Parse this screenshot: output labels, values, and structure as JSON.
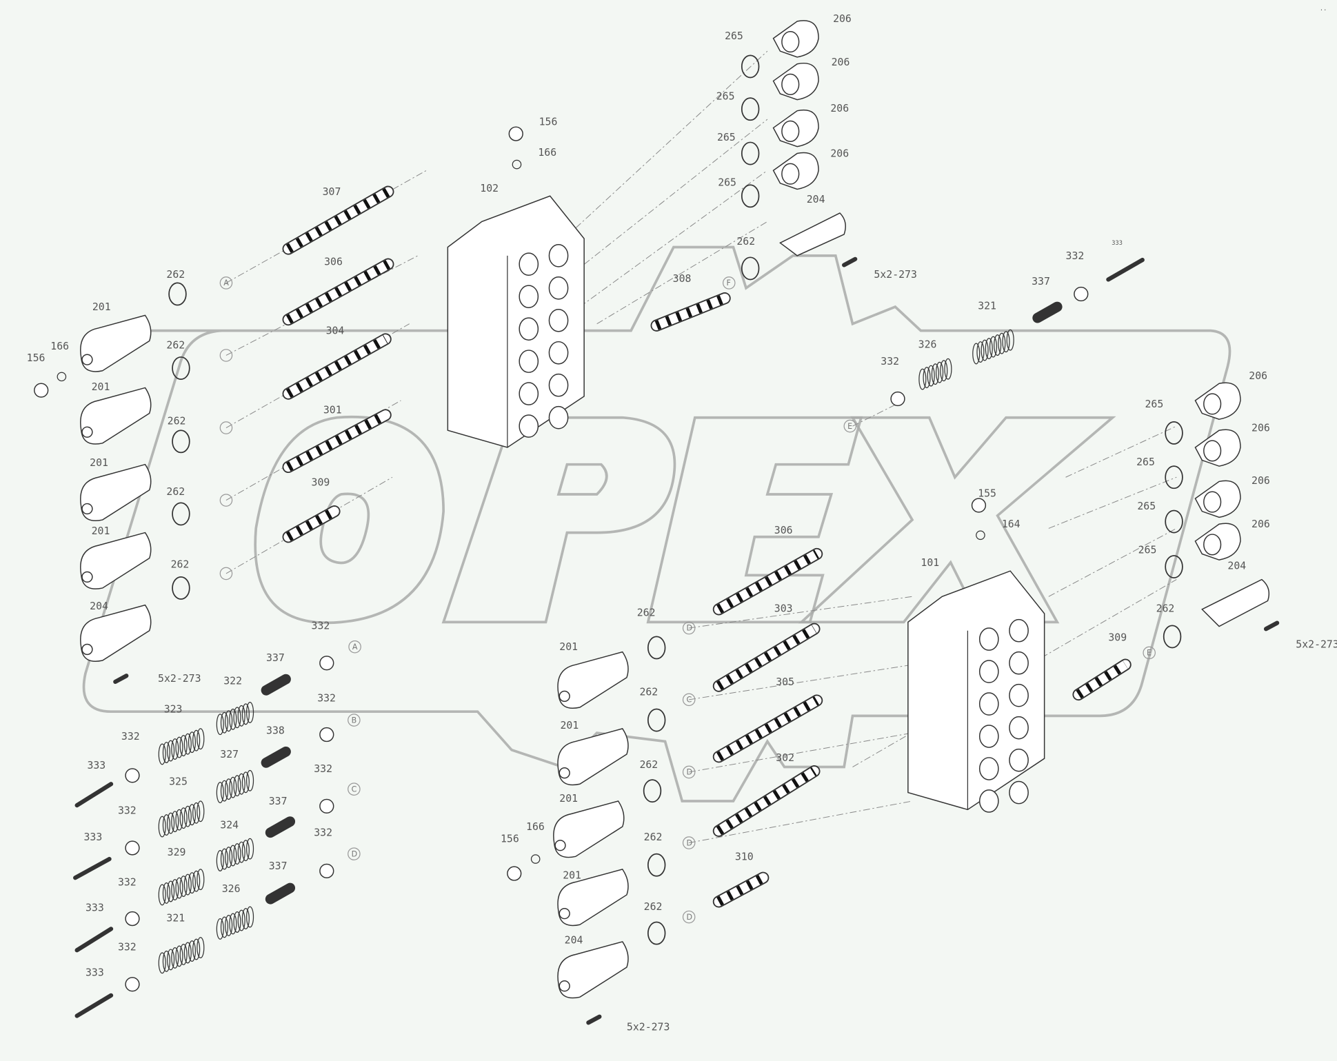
{
  "diagram": {
    "watermark": "OPEX",
    "corner_mark": "..",
    "labels": [
      "206",
      "206",
      "206",
      "206",
      "265",
      "265",
      "265",
      "265",
      "204",
      "262",
      "5x2-273",
      "156",
      "166",
      "102",
      "307",
      "306",
      "304",
      "301",
      "309",
      "308",
      "262",
      "262",
      "262",
      "262",
      "262",
      "201",
      "201",
      "201",
      "201",
      "204",
      "156",
      "166",
      "5x2-273",
      "332",
      "337",
      "322",
      "332",
      "338",
      "323",
      "327",
      "332",
      "337",
      "332",
      "325",
      "324",
      "337",
      "329",
      "326",
      "321",
      "332",
      "332",
      "332",
      "332",
      "333",
      "333",
      "333",
      "333",
      "332",
      "333",
      "337",
      "321",
      "326",
      "332",
      "206",
      "206",
      "206",
      "206",
      "265",
      "265",
      "265",
      "265",
      "204",
      "262",
      "5x2-273",
      "309",
      "155",
      "164",
      "101",
      "306",
      "303",
      "305",
      "302",
      "310",
      "262",
      "262",
      "262",
      "262",
      "262",
      "201",
      "201",
      "201",
      "201",
      "204",
      "156",
      "166",
      "5x2-273"
    ],
    "callouts": [
      "A",
      "A",
      "B",
      "C",
      "D",
      "F",
      "E",
      "E",
      "D",
      "C",
      "D",
      "D",
      "D",
      "",
      "",
      "",
      ""
    ]
  }
}
